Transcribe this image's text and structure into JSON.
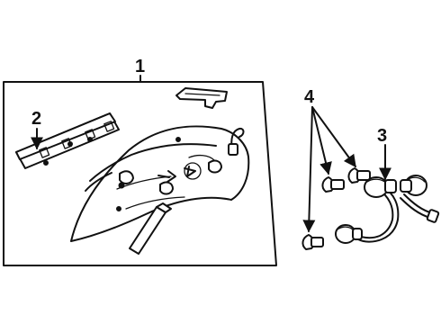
{
  "callouts": {
    "c1": "1",
    "c2": "2",
    "c3": "3",
    "c4": "4"
  },
  "icons": {
    "arrow": "arrowhead-icon",
    "lamp_housing": "tail-lamp-housing-icon",
    "bulb": "bulb-icon",
    "socket": "bulb-socket-icon"
  }
}
